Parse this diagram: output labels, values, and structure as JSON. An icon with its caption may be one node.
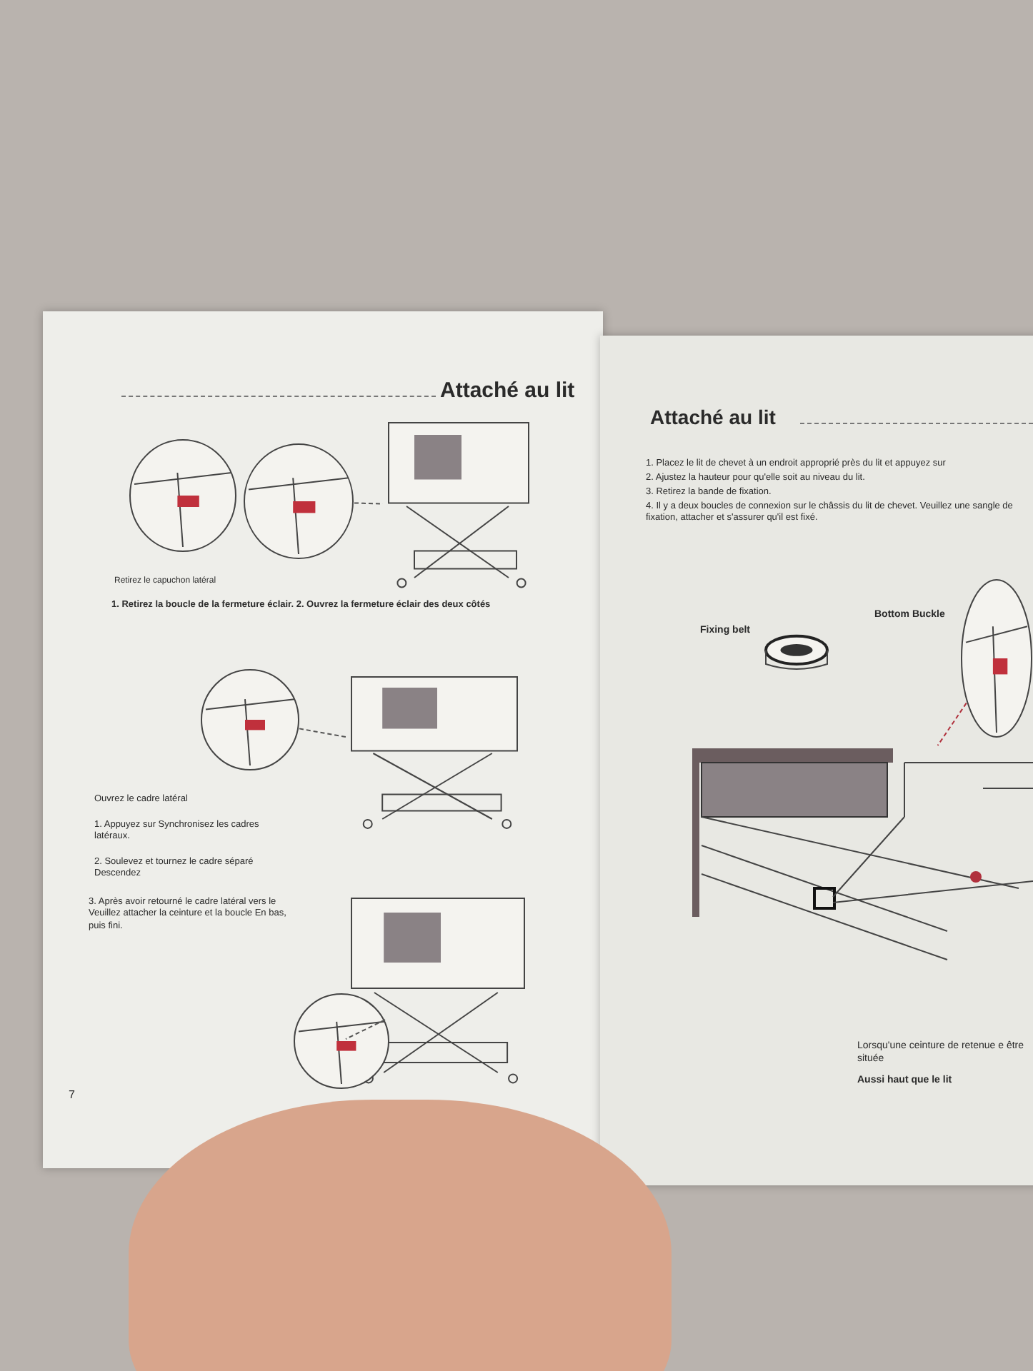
{
  "diagram": {
    "nodes": [
      {
        "text": [],
        "shape": "circle"
      },
      {
        "text": [],
        "shape": "circle"
      },
      {
        "text": [],
        "shape": "picture"
      },
      {
        "text": [],
        "shape": "circle"
      },
      {
        "text": [],
        "shape": "picture"
      },
      {
        "text": [],
        "shape": "picture"
      },
      {
        "text": [],
        "shape": "circle"
      },
      {
        "text": [],
        "shape": "picture"
      },
      {
        "text": [],
        "shape": "circle"
      },
      {
        "text": [],
        "shape": "picture"
      }
    ],
    "edges": [
      {
        "from": 1,
        "to": 2,
        "arrow": "none",
        "style": "dashed"
      },
      {
        "from": 3,
        "to": 4,
        "arrow": "none",
        "style": "dashed"
      },
      {
        "from": 6,
        "to": 5,
        "arrow": "none",
        "style": "dashed"
      },
      {
        "from": 8,
        "to": 9,
        "arrow": "none",
        "style": "dashed",
        "color": "#b0303c"
      }
    ],
    "labels": [
      "Attaché au lit",
      "Retirez le capuchon latéral",
      "1. Retirez la boucle de la fermeture éclair. 2. Ouvrez la fermeture éclair des deux côtés",
      "Ouvrez le cadre latéral",
      "1. Appuyez sur Synchronisez les cadres latéraux.",
      "2. Soulevez et tournez le cadre séparé Descendez",
      "3. Après avoir retourné le cadre latéral vers le Veuillez attacher la ceinture et la boucle En bas, puis fini.",
      "7",
      "Attaché au lit",
      "1. Placez le lit de chevet à un endroit approprié près du lit et appuyez sur",
      "2. Ajustez la hauteur pour qu'elle soit au niveau du lit.",
      "3. Retirez la bande de fixation.",
      "4. Il y a deux boucles de connexion sur le châssis du lit de chevet. Veuillez une sangle de fixation, attacher et s'assurer qu'il est fixé.",
      "Fixing belt",
      "Bottom Buckle",
      "Lorsqu'une ceinture de retenue e être située",
      "Aussi haut que le lit"
    ]
  }
}
